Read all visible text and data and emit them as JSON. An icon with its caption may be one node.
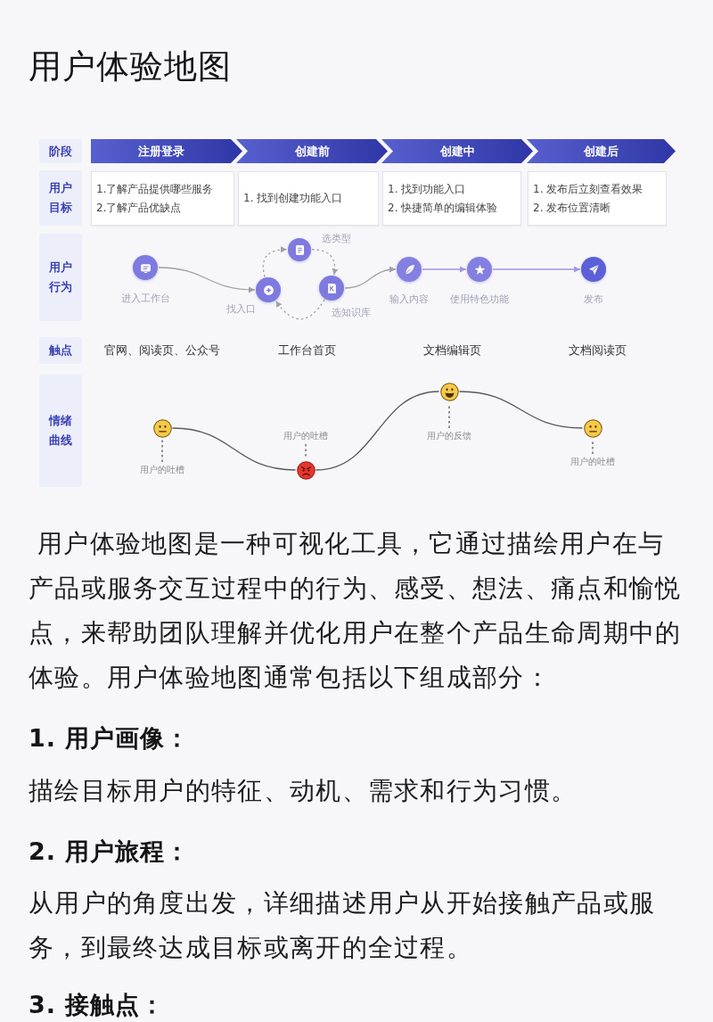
{
  "diagram": {
    "title": "用户体验地图",
    "nodes": [
      {
        "text": [
          "阶段"
        ]
      },
      {
        "text": [
          "注册登录"
        ]
      },
      {
        "text": [
          "创建前"
        ]
      },
      {
        "text": [
          "创建中"
        ]
      },
      {
        "text": [
          "创建后"
        ]
      },
      {
        "text": [
          "用户目标"
        ]
      },
      {
        "text": [
          "1.了解产品提供哪些服务",
          "2.了解产品优缺点"
        ]
      },
      {
        "text": [
          "1. 找到创建功能入口"
        ]
      },
      {
        "text": [
          "1. 找到功能入口",
          "2. 快捷简单的编辑体验"
        ]
      },
      {
        "text": [
          "1. 发布后立刻查看效果",
          "2. 发布位置清晰"
        ]
      },
      {
        "text": [
          "用户行为"
        ]
      },
      {
        "text": [],
        "shape": "circle",
        "beside": [
          "进入工作台"
        ]
      },
      {
        "text": [],
        "shape": "circle",
        "beside": [
          "找入口"
        ]
      },
      {
        "text": [],
        "shape": "circle",
        "beside": [
          "选类型"
        ]
      },
      {
        "text": [],
        "shape": "circle",
        "beside": [
          "选知识库"
        ]
      },
      {
        "text": [],
        "shape": "circle",
        "beside": [
          "输入内容"
        ]
      },
      {
        "text": [],
        "shape": "circle",
        "beside": [
          "使用特色功能"
        ]
      },
      {
        "text": [],
        "shape": "circle",
        "beside": [
          "发布"
        ]
      },
      {
        "text": [
          "触点"
        ]
      },
      {
        "text": [
          "情绪曲线"
        ]
      },
      {
        "text": [],
        "shape": "picture"
      },
      {
        "text": [
          "用户的吐槽"
        ]
      },
      {
        "text": [],
        "shape": "picture"
      },
      {
        "text": [
          "用户的吐槽"
        ]
      },
      {
        "text": [],
        "shape": "picture"
      },
      {
        "text": [
          "用户的反馈"
        ]
      },
      {
        "text": [],
        "shape": "picture"
      },
      {
        "text": [
          "用户的吐槽"
        ]
      }
    ],
    "edges": [
      {
        "from": 11,
        "to": 12,
        "arrow": "to"
      },
      {
        "from": 12,
        "to": 13,
        "arrow": "to",
        "style": "dashed"
      },
      {
        "from": 13,
        "to": 14,
        "arrow": "to",
        "style": "dashed"
      },
      {
        "from": 14,
        "to": 12,
        "arrow": "to",
        "style": "dashed"
      },
      {
        "from": 14,
        "to": 15,
        "arrow": "to"
      },
      {
        "from": 15,
        "to": 16,
        "arrow": "to",
        "color": "#a396de"
      },
      {
        "from": 16,
        "to": 17,
        "arrow": "to",
        "color": "#a396de"
      },
      {
        "from": 20,
        "to": 22,
        "arrow": "none",
        "color": "#5a5a5a"
      },
      {
        "from": 22,
        "to": 24,
        "arrow": "none",
        "color": "#5a5a5a"
      },
      {
        "from": 24,
        "to": 26,
        "arrow": "none",
        "color": "#5a5a5a"
      },
      {
        "from": 21,
        "to": 20,
        "arrow": "none",
        "style": "dashed",
        "color": "#5a5a5a"
      },
      {
        "from": 23,
        "to": 22,
        "arrow": "none",
        "style": "dashed",
        "color": "#5a5a5a"
      },
      {
        "from": 25,
        "to": 24,
        "arrow": "none",
        "style": "dashed",
        "color": "#5a5a5a"
      },
      {
        "from": 27,
        "to": 26,
        "arrow": "none",
        "style": "dashed",
        "color": "#5a5a5a"
      }
    ],
    "labels": [
      "官网、阅读页、公众号",
      "工作台首页",
      "文档编辑页",
      "文档阅读页",
      "用户体验地图是一种可视化工具，它通过描绘用户在与产品或服务交互过程中的行为、感受、想法、痛点和愉悦点，来帮助团队理解并优化用户在整个产品生命周期中的体验。用户体验地图通常包括以下组成部分：",
      "1. 用户画像：",
      "描绘目标用户的特征、动机、需求和行为习惯。",
      "2. 用户旅程：",
      "从用户的角度出发，详细描述用户从开始接触产品或服务，到最终达成目标或离开的全过程。",
      "3. 接触点："
    ]
  }
}
